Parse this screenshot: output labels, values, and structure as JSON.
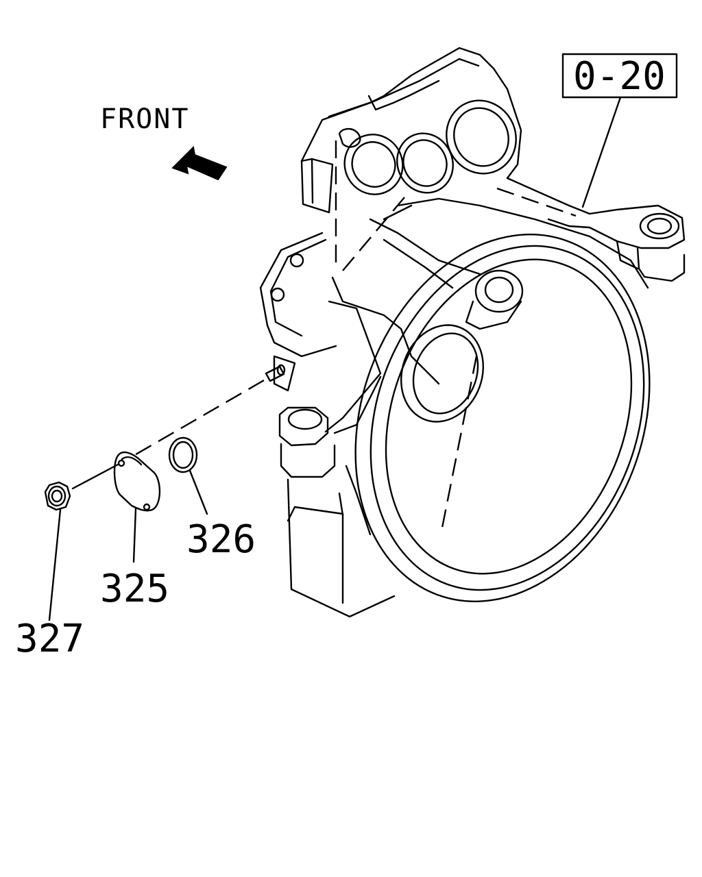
{
  "diagram": {
    "front_label": "FRONT",
    "reference_box": "0-20",
    "callouts": [
      {
        "id": "callout-325",
        "text": "325"
      },
      {
        "id": "callout-326",
        "text": "326"
      },
      {
        "id": "callout-327",
        "text": "327"
      }
    ]
  }
}
